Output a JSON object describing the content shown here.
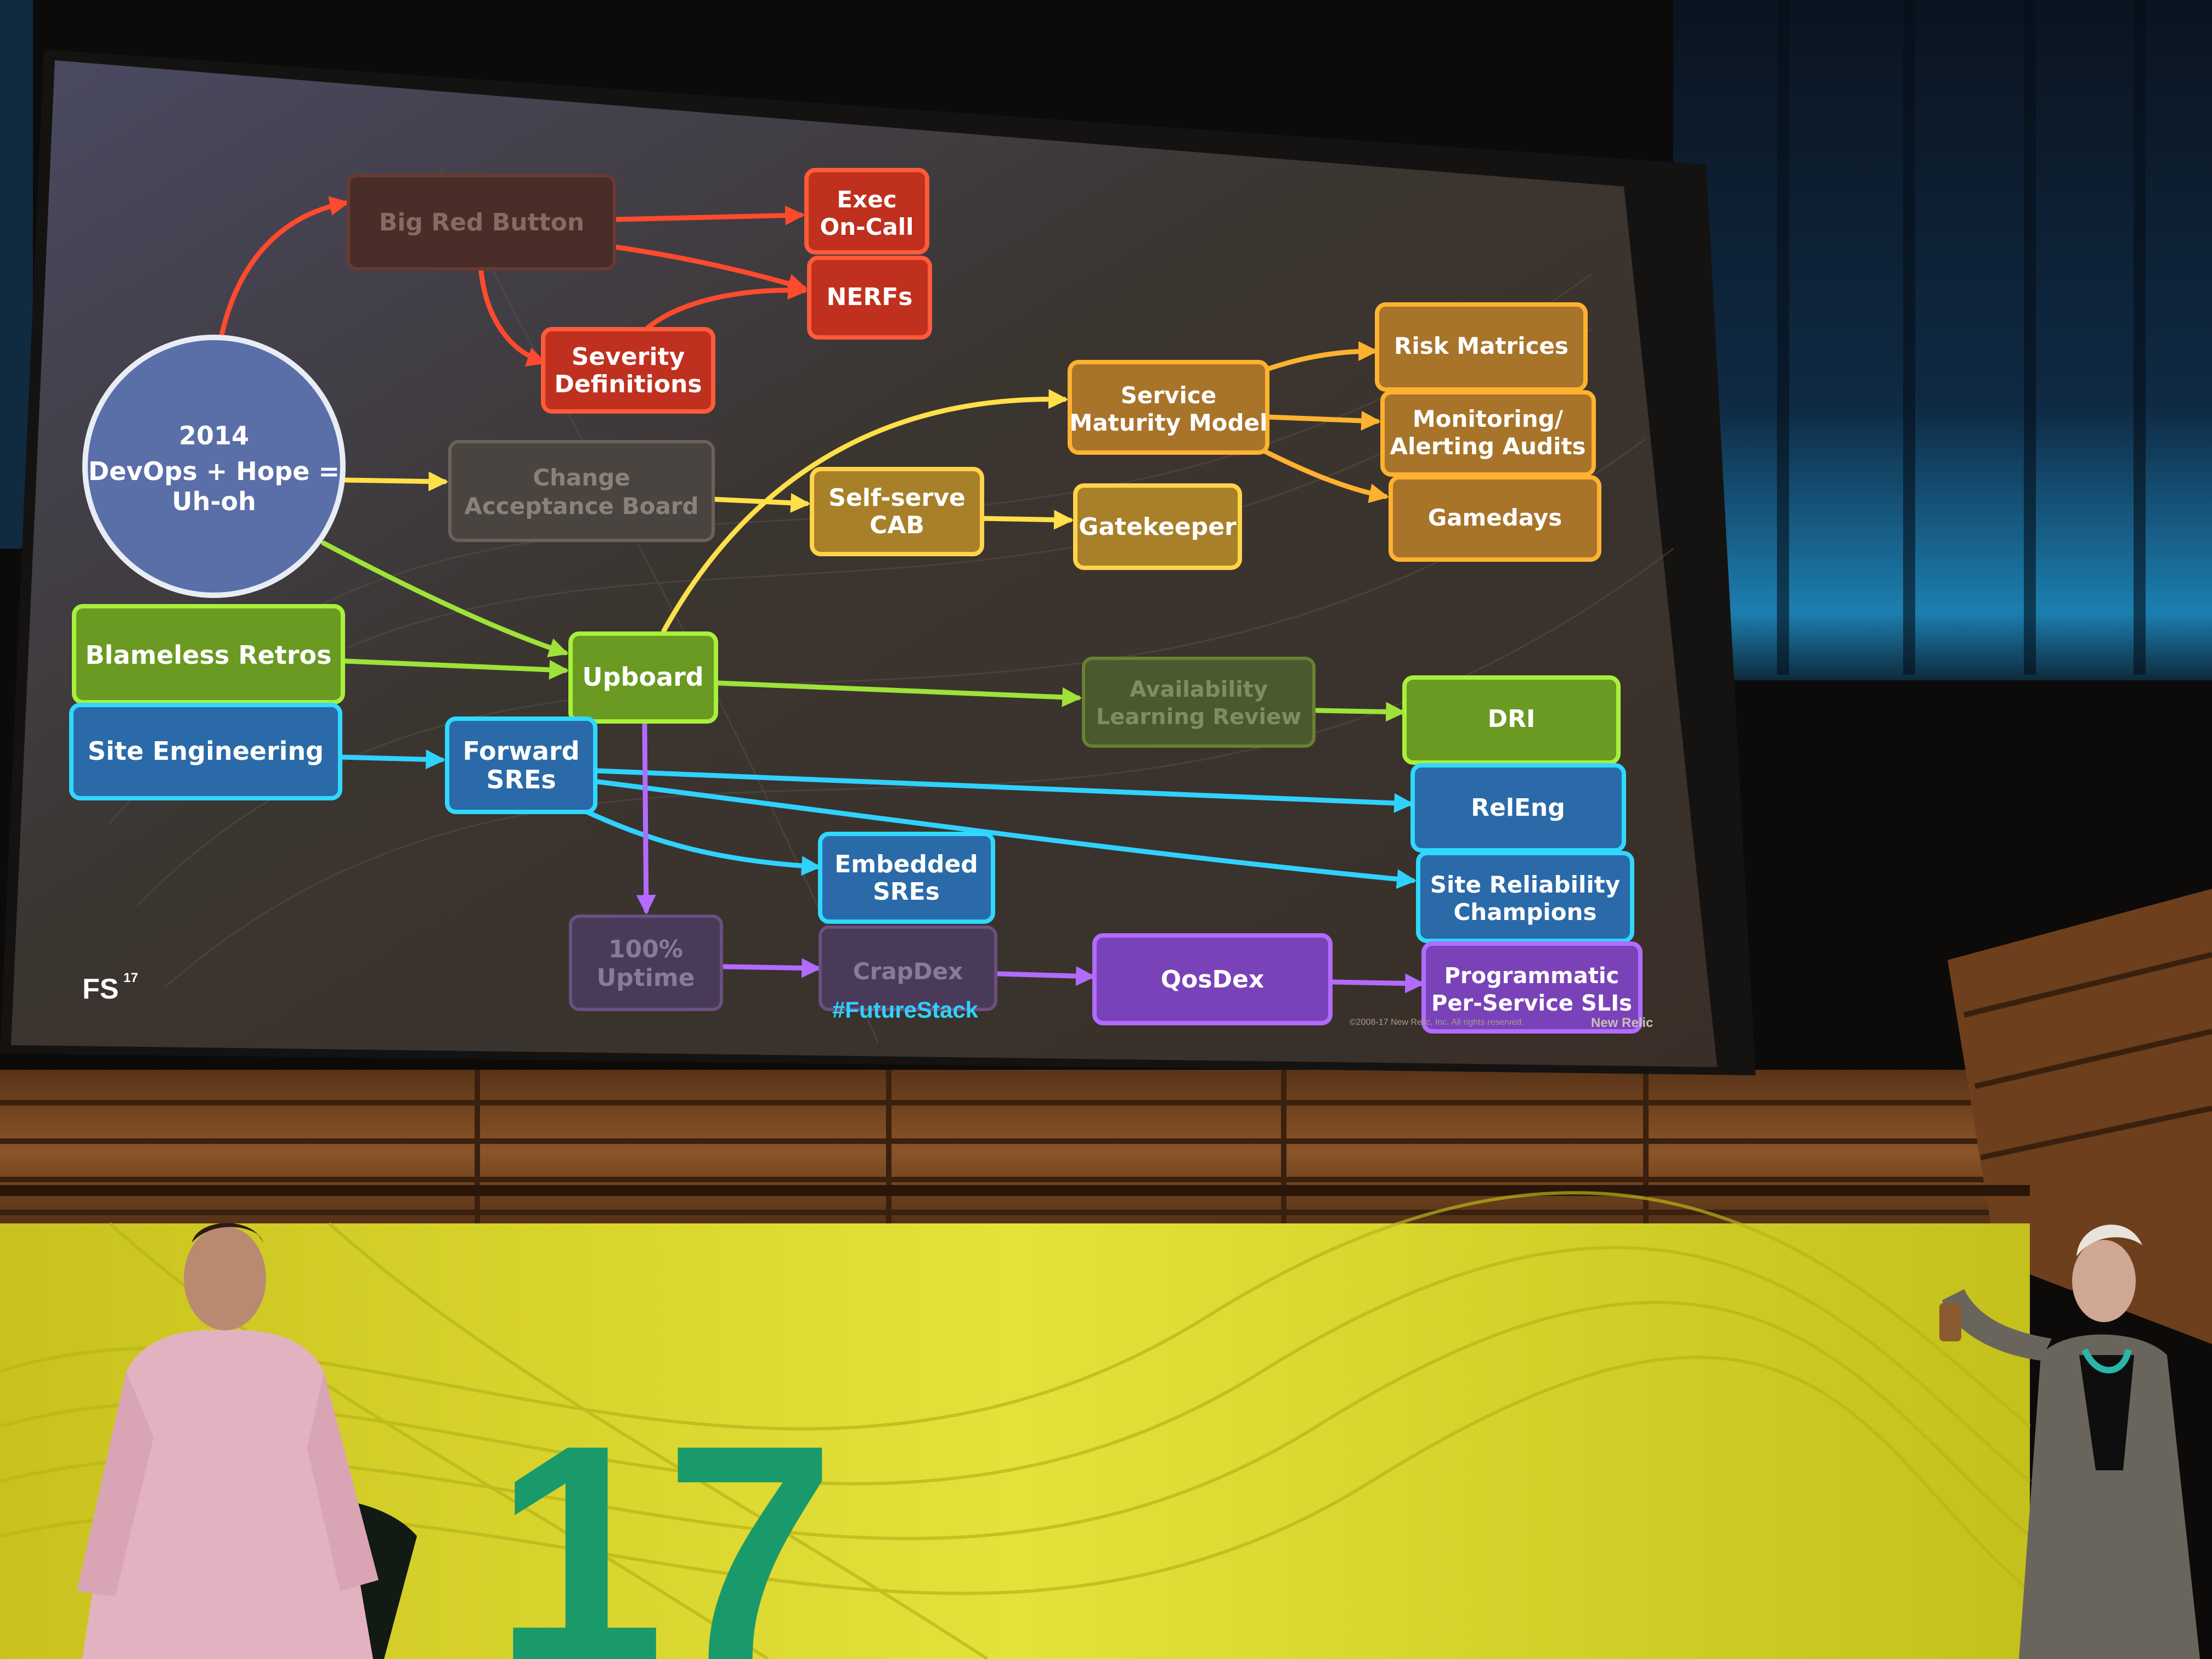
{
  "slide": {
    "logo": "FS",
    "logo_sup": "17",
    "hashtag": "#FutureStack",
    "footer": "©2008-17 New Relic, Inc. All rights reserved.",
    "footer_brand": "New Relic"
  },
  "nodes": {
    "origin_year": "2014",
    "origin_l1": "DevOps + Hope =",
    "origin_l2": "Uh-oh",
    "big_red_button": "Big Red Button",
    "exec_l1": "Exec",
    "exec_l2": "On-Call",
    "nerfs": "NERFs",
    "severity_l1": "Severity",
    "severity_l2": "Definitions",
    "cab_l1": "Change",
    "cab_l2": "Acceptance Board",
    "selfserve_l1": "Self-serve",
    "selfserve_l2": "CAB",
    "gatekeeper": "Gatekeeper",
    "smm_l1": "Service",
    "smm_l2": "Maturity Model",
    "risk": "Risk Matrices",
    "monitor_l1": "Monitoring/",
    "monitor_l2": "Alerting Audits",
    "gamedays": "Gamedays",
    "blameless": "Blameless Retros",
    "upboard": "Upboard",
    "alr_l1": "Availability",
    "alr_l2": "Learning Review",
    "dri": "DRI",
    "site_eng": "Site Engineering",
    "fwd_l1": "Forward",
    "fwd_l2": "SREs",
    "releng": "RelEng",
    "src_l1": "Site Reliability",
    "src_l2": "Champions",
    "emb_l1": "Embedded",
    "emb_l2": "SREs",
    "uptime_l1": "100%",
    "uptime_l2": "Uptime",
    "crapdex": "CrapDex",
    "qosdex": "QosDex",
    "sli_l1": "Programmatic",
    "sli_l2": "Per-Service SLIs"
  },
  "stage": {
    "banner_number": "17"
  },
  "colors": {
    "red": "#ff4a2e",
    "orange": "#ffb230",
    "green": "#9ee23a",
    "blue": "#2fd2ff",
    "purple": "#b26bff",
    "slide_bg": "#3a332c",
    "banner": "#d8d62a",
    "wood": "#7a4a22"
  }
}
